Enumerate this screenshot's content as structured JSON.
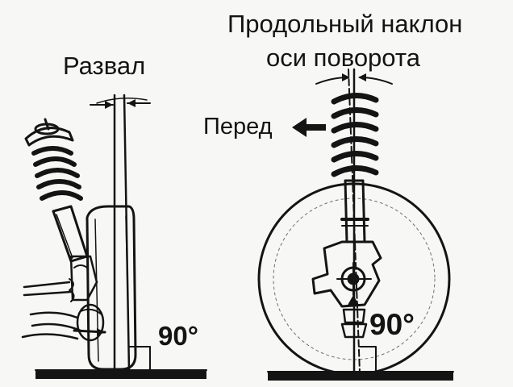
{
  "labels": {
    "camber": "Развал",
    "caster_line1": "Продольный наклон",
    "caster_line2": "оси поворота",
    "front": "Перед",
    "angle_left": "90°",
    "angle_right": "90°"
  },
  "colors": {
    "ink": "#141414",
    "paper": "#f7f7f5"
  }
}
